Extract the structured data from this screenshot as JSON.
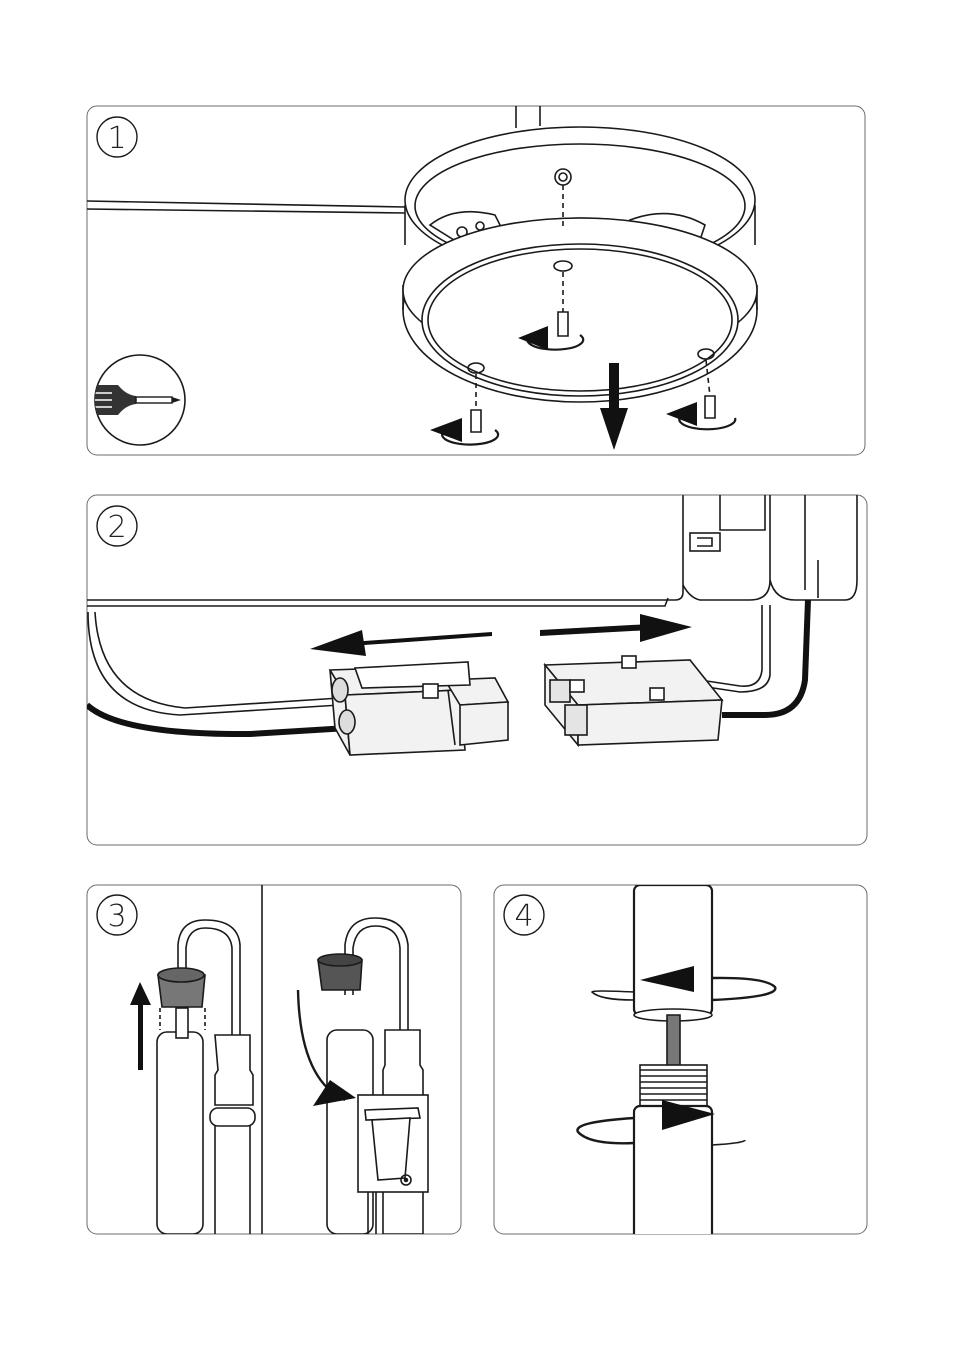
{
  "steps": [
    {
      "number": "1"
    },
    {
      "number": "2"
    },
    {
      "number": "3"
    },
    {
      "number": "4"
    }
  ],
  "colors": {
    "line": "#1a1a1a",
    "frame": "#6b6b6b",
    "fill_light": "#f2f2f2",
    "fill_grey": "#777777",
    "fill_dark": "#111111"
  }
}
